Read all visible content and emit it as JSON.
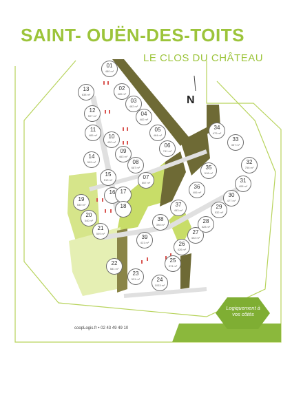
{
  "header": {
    "title": "SAINT- OUËN-DES-TOITS",
    "subtitle": "LE CLOS DU CHÂTEAU"
  },
  "compass": {
    "label": "N"
  },
  "lots": [
    {
      "num": "01",
      "area": "480 m²"
    },
    {
      "num": "02",
      "area": "485 m²"
    },
    {
      "num": "03",
      "area": "482 m²"
    },
    {
      "num": "04",
      "area": "482 m²"
    },
    {
      "num": "05",
      "area": "484 m²"
    },
    {
      "num": "06",
      "area": "741 m²"
    },
    {
      "num": "07",
      "area": "557 m²"
    },
    {
      "num": "08",
      "area": "687 m²"
    },
    {
      "num": "09",
      "area": "463 m²"
    },
    {
      "num": "10",
      "area": "430 m²"
    },
    {
      "num": "11",
      "area": "485 m²"
    },
    {
      "num": "12",
      "area": "507 m²"
    },
    {
      "num": "13",
      "area": "638 m²"
    },
    {
      "num": "14",
      "area": "599 m²"
    },
    {
      "num": "15",
      "area": "513 m²"
    },
    {
      "num": "16",
      "area": ""
    },
    {
      "num": "17",
      "area": ""
    },
    {
      "num": "18",
      "area": ""
    },
    {
      "num": "19",
      "area": "530 m²"
    },
    {
      "num": "20",
      "area": "540 m²"
    },
    {
      "num": "21",
      "area": "509 m²"
    },
    {
      "num": "22",
      "area": "581 m²"
    },
    {
      "num": "23",
      "area": "531 m²"
    },
    {
      "num": "24",
      "area": "1033 m²"
    },
    {
      "num": "25",
      "area": "374 m²"
    },
    {
      "num": "26",
      "area": "426 m²"
    },
    {
      "num": "27",
      "area": "402 m²"
    },
    {
      "num": "28",
      "area": "528 m²"
    },
    {
      "num": "29",
      "area": "532 m²"
    },
    {
      "num": "30",
      "area": "477 m²"
    },
    {
      "num": "31",
      "area": "408 m²"
    },
    {
      "num": "32",
      "area": "756 m²"
    },
    {
      "num": "33",
      "area": "357 m²"
    },
    {
      "num": "34",
      "area": "479 m²"
    },
    {
      "num": "35",
      "area": "518 m²"
    },
    {
      "num": "36",
      "area": "406 m²"
    },
    {
      "num": "37",
      "area": "493 m²"
    },
    {
      "num": "38",
      "area": "398 m²"
    },
    {
      "num": "39",
      "area": "421 m²"
    }
  ],
  "footer": {
    "contact": "coopLogis.fr • 02 43 49 49 10",
    "badge": "Logiquement à vos côtés"
  },
  "colors": {
    "brand_green": "#9cc43a",
    "dark_olive": "#6e6a35",
    "light_green": "#d6e58a"
  }
}
